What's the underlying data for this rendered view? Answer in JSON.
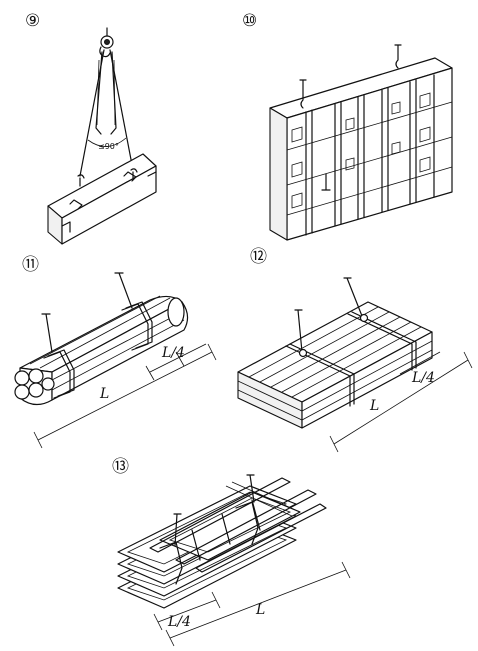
{
  "figures": [
    {
      "number": "⑨",
      "angle_label": "≤90°"
    },
    {
      "number": "⑩"
    },
    {
      "number": "⑪",
      "length_label": "L",
      "quarter_label": "L/4"
    },
    {
      "number": "⑫",
      "length_label": "L",
      "quarter_label": "L/4"
    },
    {
      "number": "⑬",
      "length_label": "L",
      "quarter_label": "L/4"
    }
  ]
}
